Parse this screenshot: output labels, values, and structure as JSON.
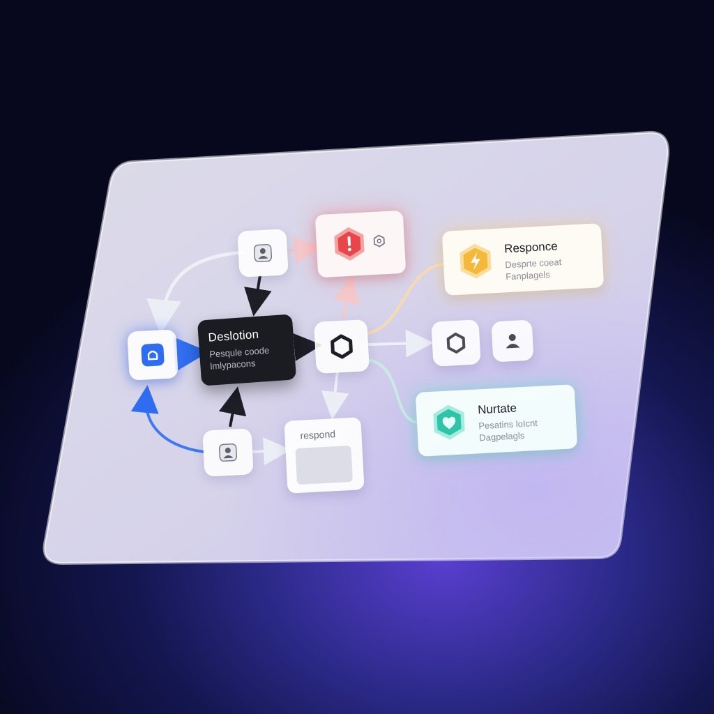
{
  "nodes": {
    "decision": {
      "title": "Deslotion",
      "subtitle_1": "Pesqule coode",
      "subtitle_2": "lmlypacons"
    },
    "response": {
      "title": "Responce",
      "subtitle_1": "Desprte coeat",
      "subtitle_2": "Fanplagels"
    },
    "nurture": {
      "title": "Nurtate",
      "subtitle_1": "Pesatins loIcnt",
      "subtitle_2": "Dagpelagls"
    },
    "respond": {
      "label": "respond"
    }
  },
  "icons": [
    "user-icon",
    "alert-icon",
    "gear-icon",
    "home-icon",
    "hexagon-icon",
    "bolt-icon",
    "heart-icon"
  ],
  "colors": {
    "accent_blue": "#2f6df0",
    "alert_red": "#e8464a",
    "bolt_yellow": "#f4b83a",
    "heart_teal": "#2fc4a8",
    "decision_dark": "#1b1c22"
  }
}
